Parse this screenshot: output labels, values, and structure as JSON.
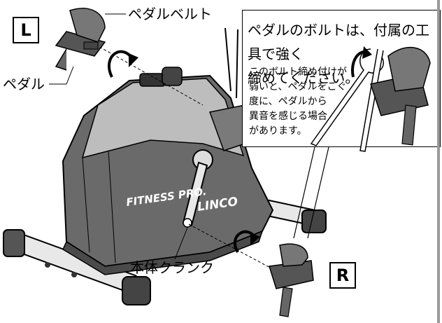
{
  "labels": {
    "pedal_belt": "ペダルベルト",
    "pedal": "ペダル",
    "crank": "本体クランク"
  },
  "side_badges": {
    "left": "L",
    "right": "R"
  },
  "callout": {
    "heading_line1": "ペダルのボルトは、付属の工具で強く",
    "heading_line2": "締めてください。",
    "note_line1": "このボルト締め付けが",
    "note_line2": "弱いと、ペダルをこぐ",
    "note_line3": "度に、ペダルから",
    "note_line4": "異音を感じる場合",
    "note_line5": "があります。"
  },
  "logo": {
    "fitness": "FITNESS PRO.",
    "brand": "LINCO"
  },
  "icons": [
    "rotate-clockwise-arrow-icon",
    "rotate-clockwise-arrow-icon",
    "rotate-clockwise-arrow-icon",
    "wrench-tool-icon"
  ],
  "colors": {
    "body_dark": "#6a6a6a",
    "body_light": "#bdbdbd",
    "outline": "#000000",
    "side_rule": "#9a9a9a"
  }
}
